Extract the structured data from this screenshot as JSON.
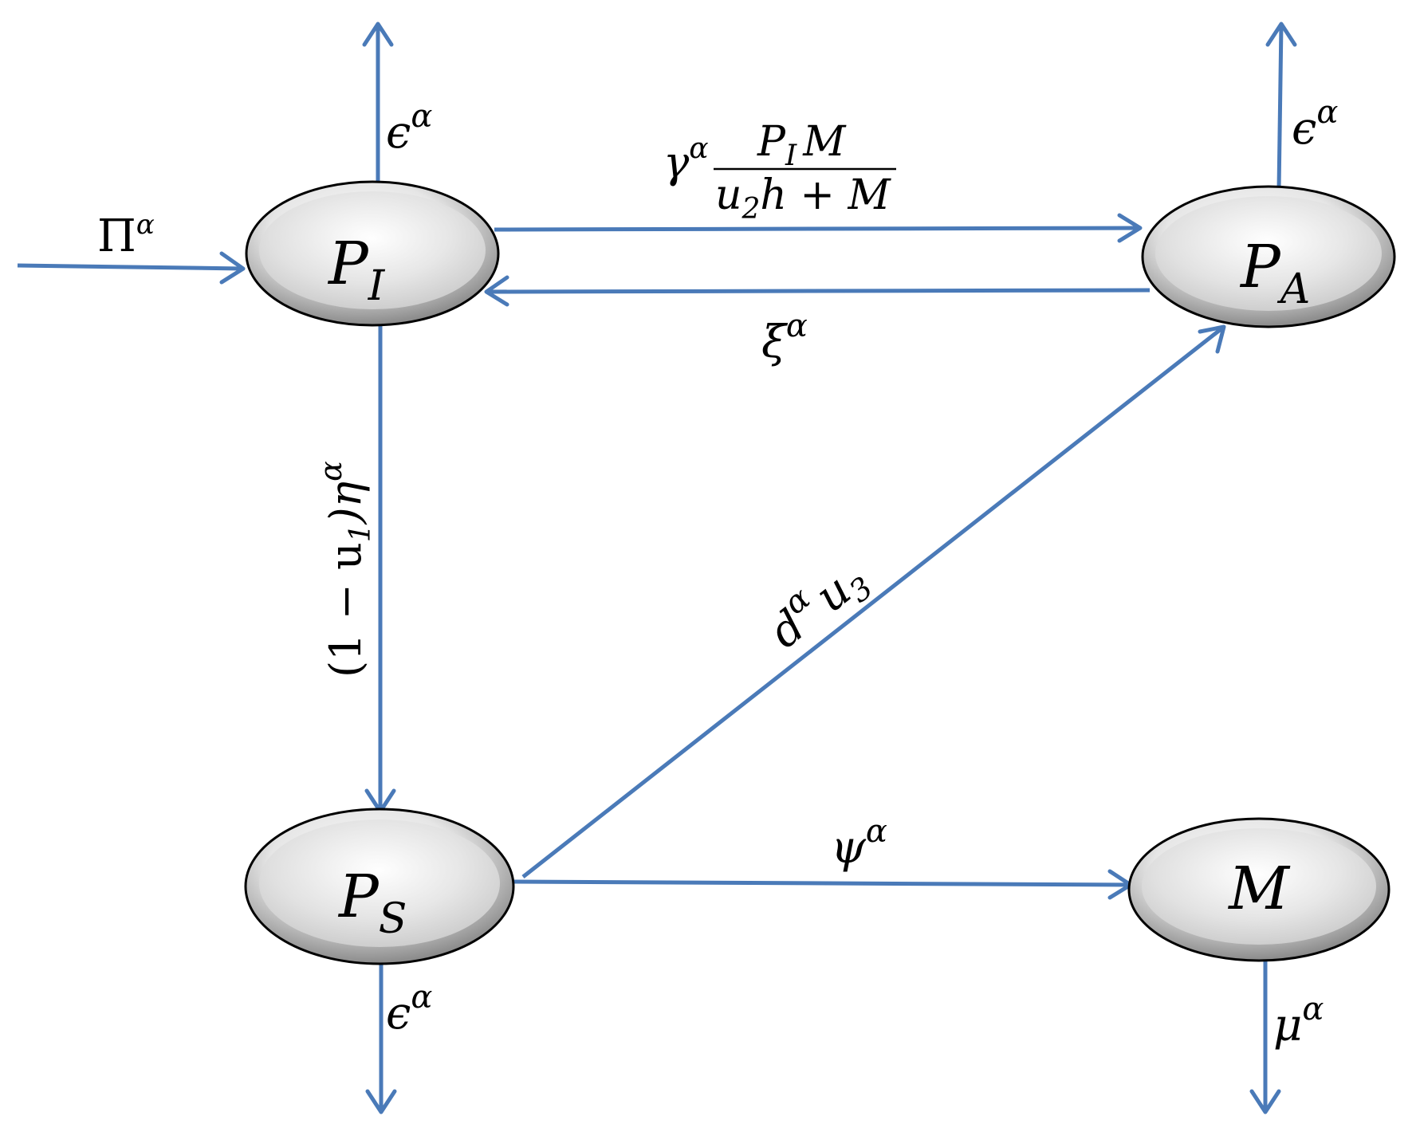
{
  "colors": {
    "arrow": "#4a7ab8",
    "node_fill_light": "#ffffff",
    "node_fill_dark": "#8a8a8a",
    "node_stroke": "#000000"
  },
  "nodes": {
    "pi": {
      "main": "P",
      "sub": "I"
    },
    "pa": {
      "main": "P",
      "sub": "A"
    },
    "ps": {
      "main": "P",
      "sub": "S"
    },
    "m": {
      "main": "M"
    }
  },
  "rates": {
    "recruitment": {
      "base": "Π",
      "sup": "α"
    },
    "pi_death": {
      "base": "ϵ",
      "sup": "α"
    },
    "pa_death": {
      "base": "ϵ",
      "sup": "α"
    },
    "ps_death": {
      "base": "ϵ",
      "sup": "α"
    },
    "m_decay": {
      "base": "μ",
      "sup": "α"
    },
    "pi_to_pa": {
      "coef": "γ",
      "sup": "α",
      "numerator": {
        "a": "P",
        "a_sub": "I",
        "b": "M"
      },
      "denominator": {
        "a": "u",
        "a_sub": "2",
        "b": "h + M"
      }
    },
    "pa_to_pi": {
      "base": "ξ",
      "sup": "α"
    },
    "pi_to_ps": {
      "prefix": "(1 − u",
      "sub": "1",
      "suffix": ")η",
      "sup": "α"
    },
    "ps_to_pa": {
      "base": "d",
      "sup": "α",
      "tail": "u",
      "tail_sub": "3"
    },
    "ps_to_m": {
      "base": "ψ",
      "sup": "α"
    }
  }
}
